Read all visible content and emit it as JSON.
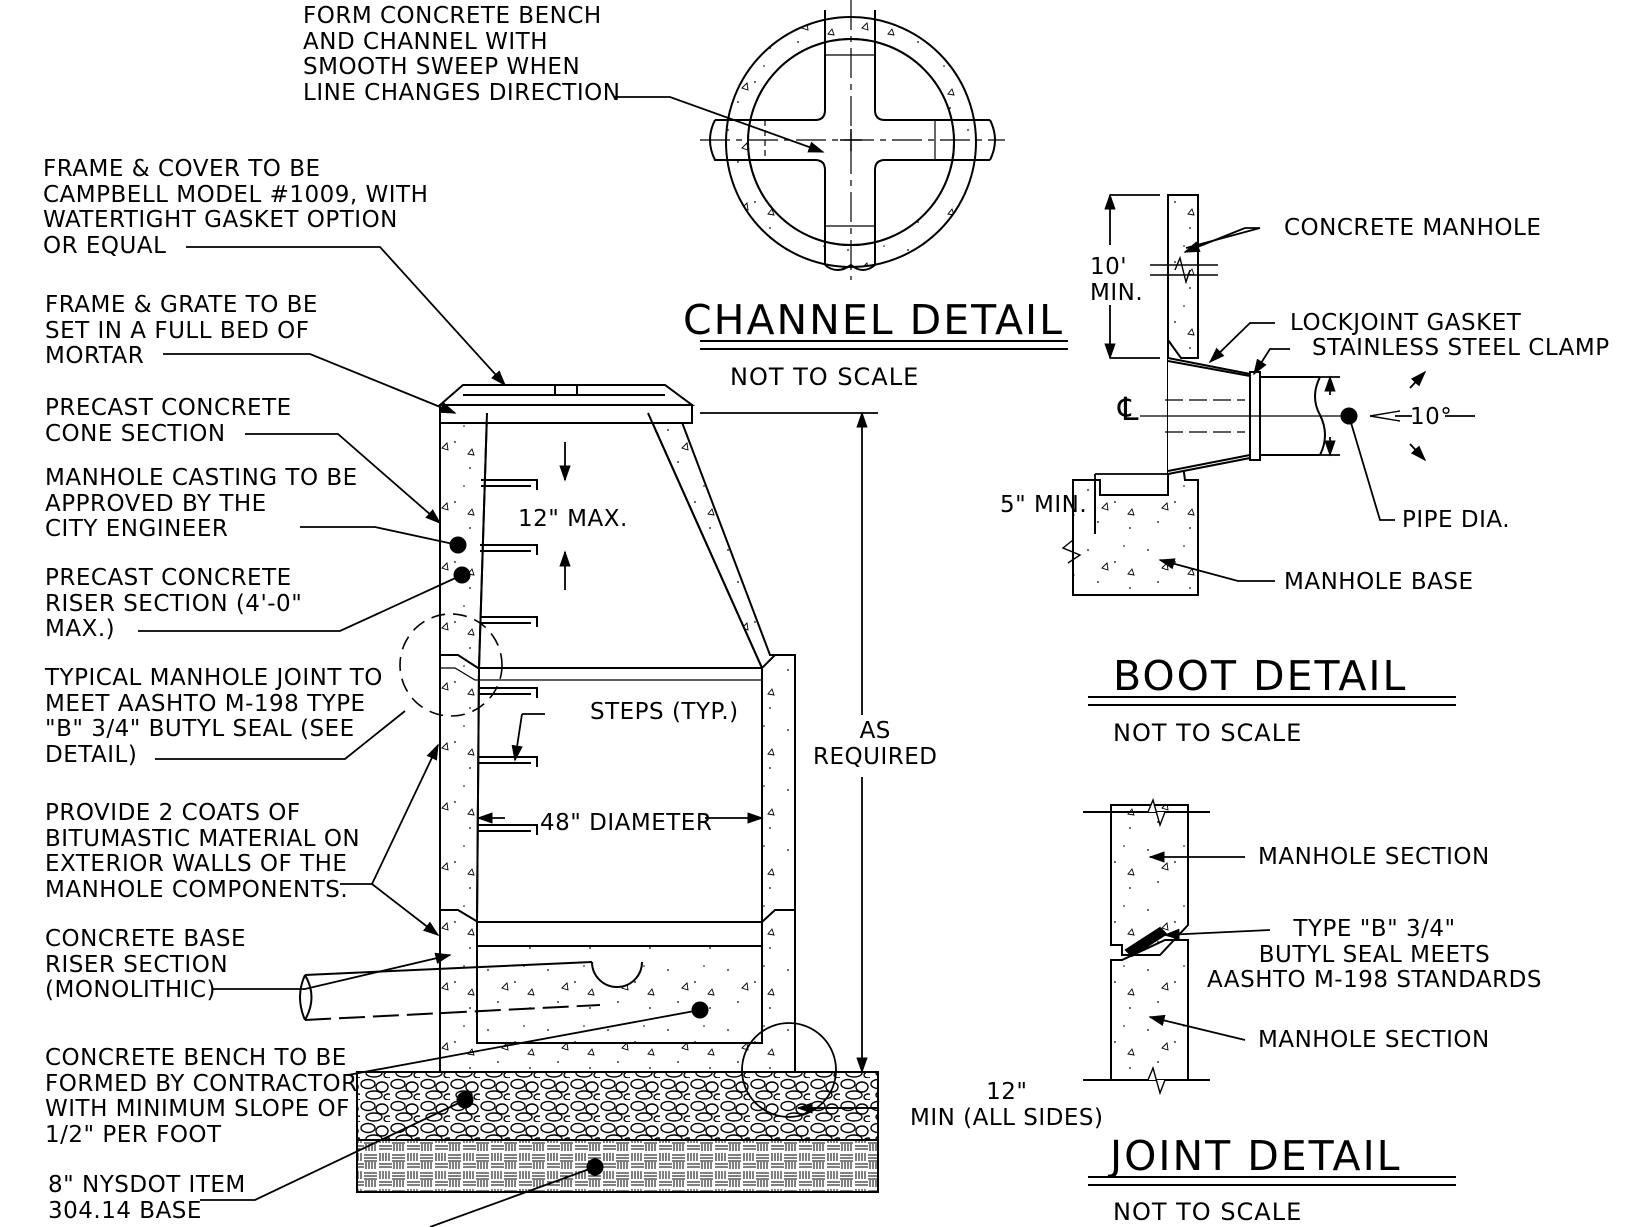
{
  "channel_detail": {
    "title": "CHANNEL DETAIL",
    "scale": "NOT TO SCALE",
    "note": "FORM CONCRETE BENCH\nAND CHANNEL WITH\nSMOOTH SWEEP WHEN\nLINE CHANGES DIRECTION"
  },
  "manhole_section": {
    "notes": {
      "frame_cover": "FRAME & COVER TO BE\nCAMPBELL MODEL #1009, WITH\nWATERTIGHT GASKET OPTION\nOR EQUAL",
      "frame_grate": "FRAME & GRATE TO BE\nSET IN A FULL BED OF\nMORTAR",
      "cone": "PRECAST CONCRETE\nCONE SECTION",
      "casting": "MANHOLE CASTING TO BE\nAPPROVED BY THE\nCITY ENGINEER",
      "riser": "PRECAST CONCRETE\nRISER SECTION (4'-0\"\nMAX.)",
      "joint": "TYPICAL MANHOLE JOINT TO\nMEET AASHTO M-198 TYPE\n\"B\" 3/4\" BUTYL SEAL (SEE\nDETAIL)",
      "bitumastic": "PROVIDE 2 COATS OF\nBITUMASTIC MATERIAL ON\nEXTERIOR WALLS OF THE\nMANHOLE COMPONENTS.",
      "base_riser": "CONCRETE BASE\nRISER SECTION\n(MONOLITHIC)",
      "bench": "CONCRETE BENCH TO BE\nFORMED BY CONTRACTOR\nWITH MINIMUM SLOPE OF\n1/2\" PER FOOT",
      "nysdot": "8\" NYSDOT ITEM\n304.14 BASE"
    },
    "dims": {
      "step_spacing": "12\" MAX.",
      "steps": "STEPS (TYP.)",
      "diameter": "48\" DIAMETER",
      "height": "AS\nREQUIRED",
      "base_min": "12\"\nMIN (ALL SIDES)"
    }
  },
  "boot_detail": {
    "title": "BOOT DETAIL",
    "scale": "NOT TO SCALE",
    "labels": {
      "concrete_manhole": "CONCRETE MANHOLE",
      "lockjoint": "LOCKJOINT GASKET",
      "clamp": "STAINLESS STEEL CLAMP",
      "min10": "10'\nMIN.",
      "min5": "5\" MIN.",
      "angle": "10°",
      "pipe_dia": "PIPE DIA.",
      "manhole_base": "MANHOLE BASE",
      "centerline": "℄"
    }
  },
  "joint_detail": {
    "title": "JOINT DETAIL",
    "scale": "NOT TO SCALE",
    "labels": {
      "section_top": "MANHOLE SECTION",
      "seal": "TYPE \"B\" 3/4\"\nBUTYL SEAL MEETS\nAASHTO M-198 STANDARDS",
      "section_bottom": "MANHOLE SECTION"
    }
  }
}
